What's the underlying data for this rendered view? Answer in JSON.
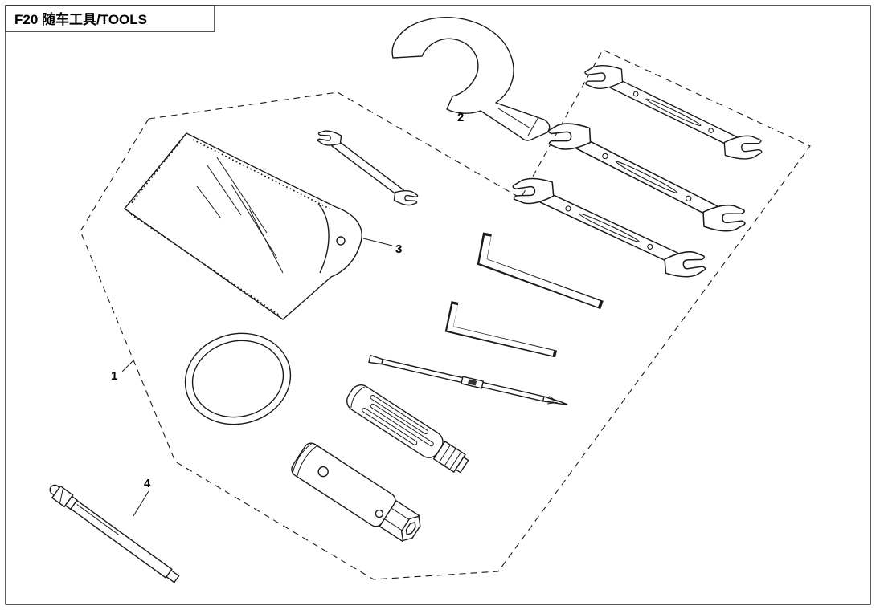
{
  "diagram": {
    "title": "F20 随车工具/TOOLS",
    "callouts": {
      "c1": "1",
      "c2": "2",
      "c3": "3",
      "c4": "4"
    }
  }
}
